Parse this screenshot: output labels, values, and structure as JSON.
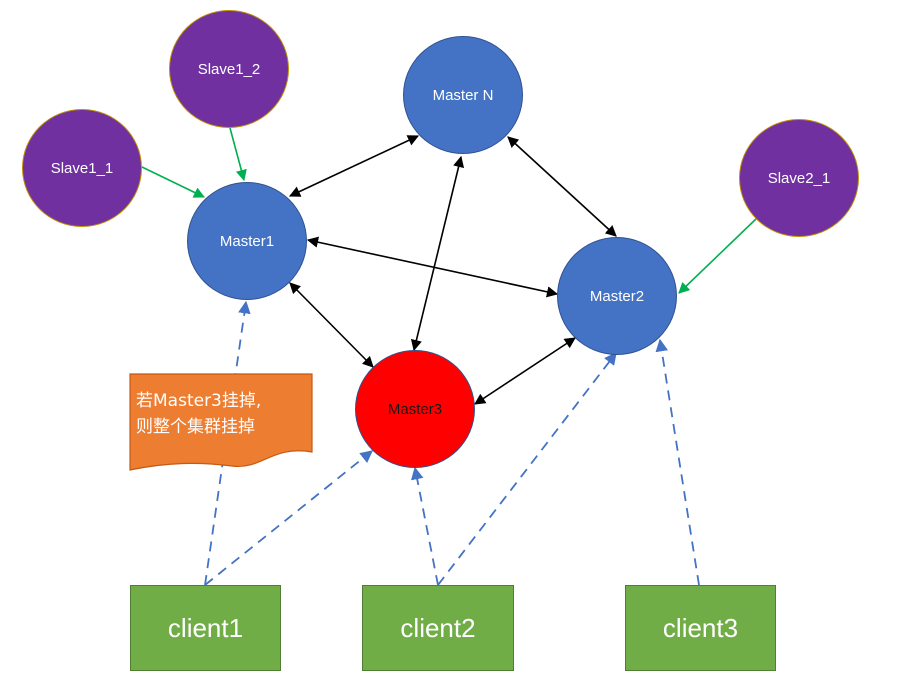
{
  "nodes": {
    "master_n": "Master N",
    "master1": "Master1",
    "master2": "Master2",
    "master3": "Master3",
    "slave1_1": "Slave1_1",
    "slave1_2": "Slave1_2",
    "slave2_1": "Slave2_1"
  },
  "clients": {
    "client1": "client1",
    "client2": "client2",
    "client3": "client3"
  },
  "note": {
    "line1": "若Master3挂掉,",
    "line2": "则整个集群挂掉"
  },
  "colors": {
    "master": "#4472c4",
    "slave": "#7030a0",
    "failed_master": "#ff0000",
    "client": "#70ad47",
    "note": "#ed7d31",
    "replication_arrow": "#00b050",
    "cluster_arrow": "#000000",
    "client_arrow": "#4472c4"
  }
}
